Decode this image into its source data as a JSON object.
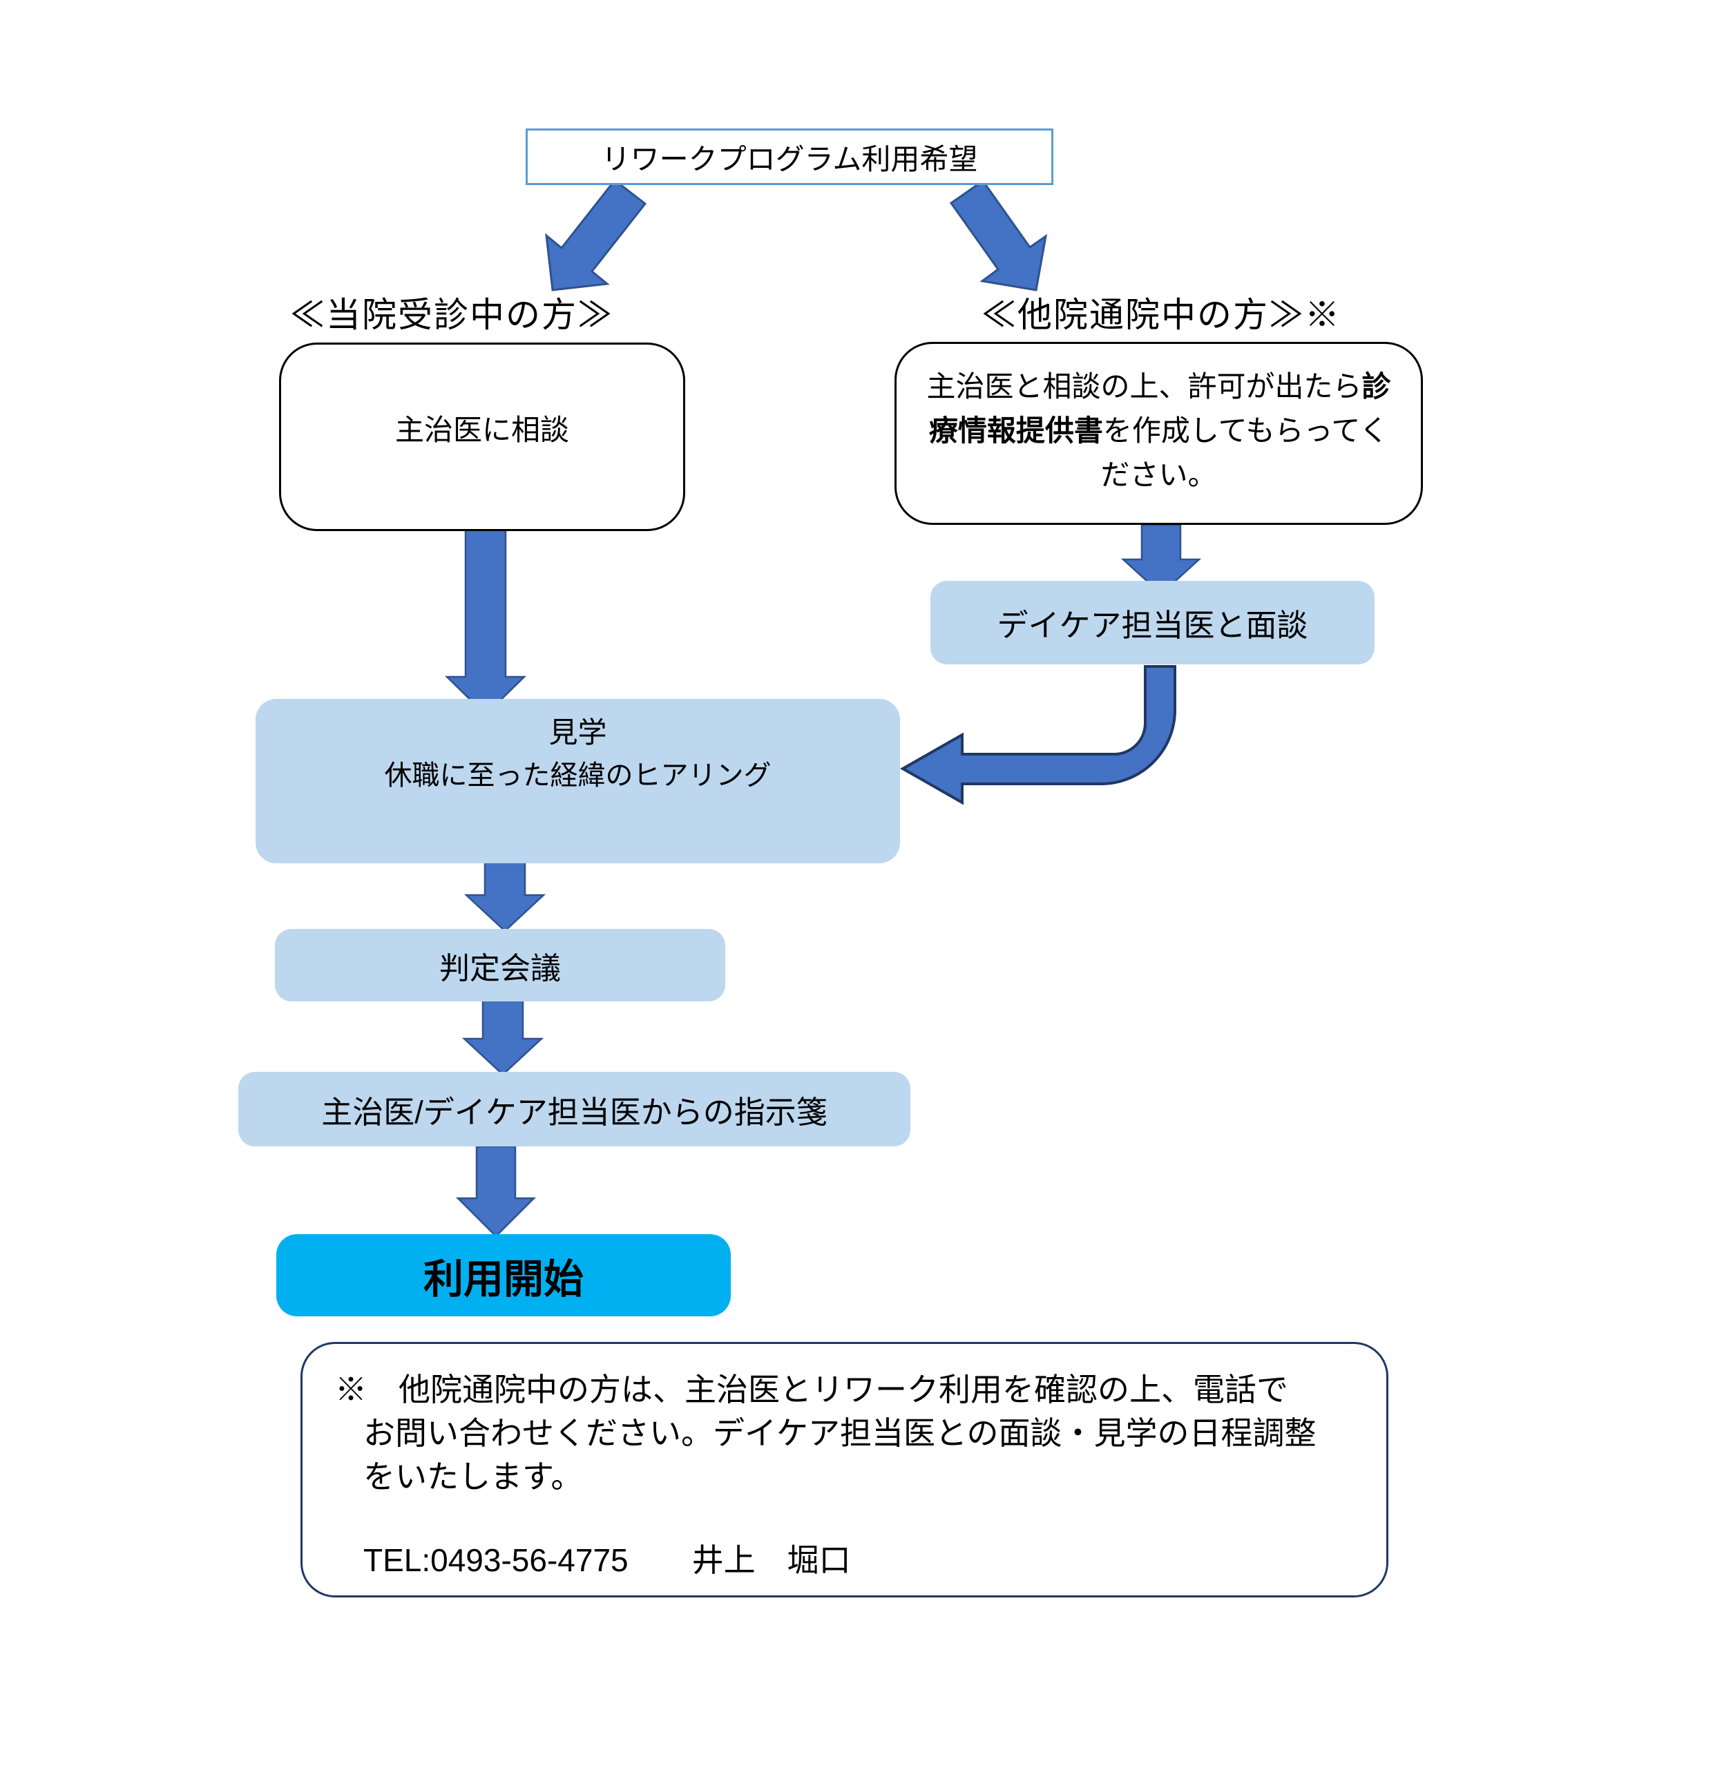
{
  "title_box": {
    "label": "リワークプログラム利用希望"
  },
  "branches": {
    "left": {
      "heading": "≪当院受診中の方≫",
      "consult_label": "主治医に相談"
    },
    "right": {
      "heading": "≪他院通院中の方≫※",
      "box_pre": "主治医と相談の上、許可が出たら",
      "box_bold": "診療情報提供書",
      "box_post": "を作成してもらってください。",
      "daycare_label": "デイケア担当医と面談"
    }
  },
  "steps": {
    "kengaku_line1": "見学",
    "kengaku_line2": "休職に至った経緯のヒアリング",
    "hantei": "判定会議",
    "shijisen": "主治医/デイケア担当医からの指示箋",
    "riyou": "利用開始"
  },
  "note": {
    "line1": "※　他院通院中の方は、主治医とリワーク利用を確認の上、電話で",
    "line2": "お問い合わせください。デイケア担当医との面談・見学の日程調整",
    "line3": "をいたします。",
    "line4": "TEL:0493-56-4775　　井上　堀口"
  },
  "colors": {
    "arrow_fill": "#4472C4",
    "arrow_stroke": "#2F528F",
    "elbow_stroke": "#1F3864",
    "light_box_fill": "#BDD7EE",
    "start_box_fill": "#00B0F0",
    "title_border": "#5B9BD5",
    "note_border": "#1F3864",
    "text": "#000000"
  }
}
